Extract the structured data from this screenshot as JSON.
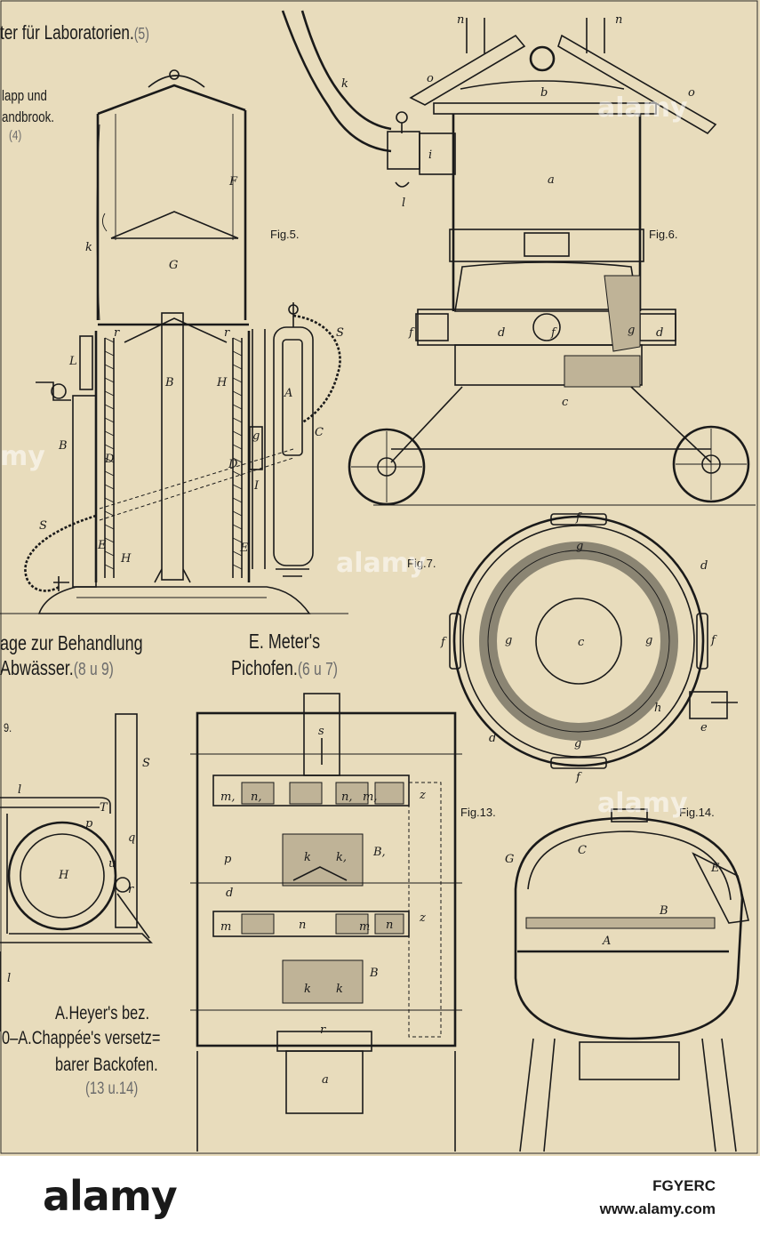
{
  "captions": {
    "lab_title": "ter für Laboratorien.",
    "lab_ref": "(5)",
    "klapp_line1": "lapp und",
    "klapp_line2": "andbrook.",
    "klapp_ref": "(4)",
    "abw_line1": "age zur Behandlung",
    "abw_line2": "Abwässer.",
    "abw_ref": "(8 u 9)",
    "meter_line1": "E. Meter's",
    "meter_line2": "Pichofen.",
    "meter_ref": "(6 u 7)",
    "heyer_line1": "A.Heyer's bez.",
    "heyer_line2": "0–A.Chappée's versetz=",
    "heyer_line3": "barer Backofen.",
    "heyer_ref": "(13 u.14)",
    "fig9": "9."
  },
  "figures": {
    "fig5": "Fig.5.",
    "fig6": "Fig.6.",
    "fig7": "Fig.7.",
    "fig13": "Fig.13.",
    "fig14": "Fig.14."
  },
  "letters": {
    "fig5": [
      "k",
      "F",
      "G",
      "r",
      "r",
      "L",
      "B",
      "H",
      "A",
      "S",
      "C",
      "B",
      "D",
      "D",
      "g",
      "I",
      "S",
      "E",
      "E",
      "H"
    ],
    "fig6": [
      "k",
      "n",
      "n",
      "o",
      "o",
      "b",
      "i",
      "a",
      "l",
      "d",
      "f",
      "f",
      "g",
      "d",
      "c"
    ],
    "fig7": [
      "f",
      "d",
      "g",
      "g",
      "g",
      "c",
      "f",
      "f",
      "h",
      "e",
      "d",
      "g",
      "f"
    ],
    "fig9": [
      "S",
      "l",
      "T",
      "p",
      "q",
      "H",
      "u",
      "r",
      "l"
    ],
    "fig13": [
      "s",
      "m,",
      "n,",
      "n,",
      "m,",
      "z",
      "p",
      "k",
      "k,",
      "B,",
      "d",
      "m",
      "n",
      "m",
      "n",
      "z",
      "B",
      "k",
      "k",
      "r",
      "a"
    ],
    "fig14": [
      "G",
      "C",
      "E",
      "B",
      "A"
    ]
  },
  "footer": {
    "logo": "alamy",
    "image_id": "FGYERC",
    "url": "www.alamy.com"
  },
  "watermarks": [
    "alamy",
    "alamy",
    "alamy",
    "alamy",
    "alamy",
    "my"
  ],
  "colors": {
    "paper": "#e8dcbc",
    "ink": "#1a1a1a",
    "footer": "#ffffff"
  }
}
